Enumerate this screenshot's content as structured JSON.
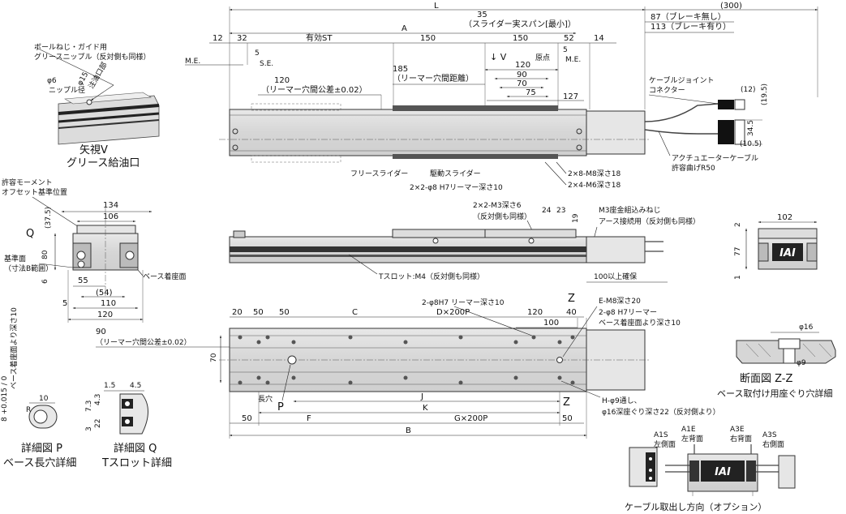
{
  "grease": {
    "nipple_label_1": "ボールねじ・ガイド用",
    "nipple_label_2": "グリースニップル（反対側も同様）",
    "phi6": "φ6",
    "nipple_diam": "ニップル径",
    "phi15": "φ15",
    "inlet": "注油口部",
    "view_title": "矢視V",
    "view_sub": "グリース給油口"
  },
  "top_view": {
    "L": "L",
    "d300": "(300)",
    "d35": "35",
    "slider_span": "（スライダー実スパン[最小]）",
    "d87": "87（ブレーキ無し）",
    "d113": "113（ブレーキ有り）",
    "d12": "12",
    "d32": "32",
    "eff_st": "有効ST",
    "A": "A",
    "d150a": "150",
    "d150b": "150",
    "d52": "52",
    "d14": "14",
    "me_left": "M.E.",
    "d5_left": "5",
    "se": "S.E.",
    "view_v": "↓ V",
    "origin": "原点",
    "d5_right": "5",
    "me_right": "M.E.",
    "d185": "185",
    "reamer_dist": "（リーマー穴間距離）",
    "d120": "120",
    "d90": "90",
    "d70": "70",
    "d75": "75",
    "d127": "127",
    "d120b": "120",
    "reamer_tol": "（リーマー穴間公差±0.02）",
    "cable_joint_1": "ケーブルジョイント",
    "cable_joint_2": "コネクター",
    "d12b": "(12)",
    "d19_5": "(19.5)",
    "d34_5": "34.5",
    "d10_5": "(10.5)",
    "actuator_cable": "アクチュエーターケーブル",
    "bend_r": "許容曲げR50",
    "free_slider": "フリースライダー",
    "drive_slider": "駆動スライダー",
    "m8": "2×8-M8深さ18",
    "m6": "2×4-M6深さ18",
    "reamer_h7": "2×2-φ8 H7リーマー深さ10"
  },
  "side_left": {
    "moment_1": "許容モーメント",
    "moment_2": "オフセット基準位置",
    "d134": "134",
    "d106": "106",
    "d37_5": "(37.5)",
    "Q": "Q",
    "d80": "80",
    "d6": "6",
    "datum_1": "基準面",
    "datum_2": "（寸法B範囲）",
    "d55": "55",
    "d54": "(54)",
    "d5": "5",
    "d110": "110",
    "d120": "120",
    "base_mount": "ベース着座面"
  },
  "front_view": {
    "m3_depth": "2×2-M3深さ6",
    "opposite": "（反対側も同様）",
    "d24": "24",
    "d23": "23",
    "d19": "19",
    "m3_screw_1": "M3座金組込みねじ",
    "m3_screw_2": "アース接続用（反対側も同様）",
    "t_slot": "Tスロット:M4（反対側も同様）",
    "clearance": "100以上確保"
  },
  "end_view": {
    "d102": "102",
    "d2": "2",
    "d77": "77",
    "d1": "1",
    "logo": "IAI"
  },
  "bottom_view": {
    "d20": "20",
    "d50a": "50",
    "d50b": "50",
    "C": "C",
    "reamer_h7": "2-φ8H7 リーマー深さ10",
    "dx200": "D×200P",
    "d120": "120",
    "d40": "40",
    "Z_top": "Z",
    "e_m8": "E-M8深さ20",
    "reamer_1": "2-φ8 H7リーマー",
    "reamer_2": "ベース着座面より深さ10",
    "d100": "100",
    "d90": "90",
    "reamer_tol": "（リーマー穴間公差±0.02）",
    "d70": "70",
    "long_hole": "長穴",
    "P": "P",
    "J": "J",
    "K": "K",
    "Z_bot": "Z",
    "h_phi9_1": "H-φ9通し、",
    "h_phi9_2": "φ16深座ぐり深さ22（反対側より）",
    "d50c": "50",
    "F": "F",
    "gx200": "G×200P",
    "d50d": "50",
    "B": "B"
  },
  "section_zz": {
    "phi16": "φ16",
    "phi9": "φ9",
    "title": "断面図 Z-Z",
    "sub": "ベース取付け用座ぐり穴詳細"
  },
  "detail_p": {
    "tol": "8 +0.015 / 0",
    "depth_note": "ベース着座面より深さ10",
    "d10": "10",
    "R": "R",
    "title": "詳細図 P",
    "sub": "ベース長穴詳細"
  },
  "detail_q": {
    "d1_5": "1.5",
    "d4_5": "4.5",
    "d7_3": "7.3",
    "d4_3": "4.3",
    "d22": "22",
    "d3": "3",
    "title": "詳細図 Q",
    "sub": "Tスロット詳細"
  },
  "cable_option": {
    "a1s_code": "A1S",
    "a1s_name": "左側面",
    "a1e_code": "A1E",
    "a1e_name": "左背面",
    "a3e_code": "A3E",
    "a3e_name": "右背面",
    "a3s_code": "A3S",
    "a3s_name": "右側面",
    "logo": "IAI",
    "title": "ケーブル取出し方向（オプション）"
  }
}
